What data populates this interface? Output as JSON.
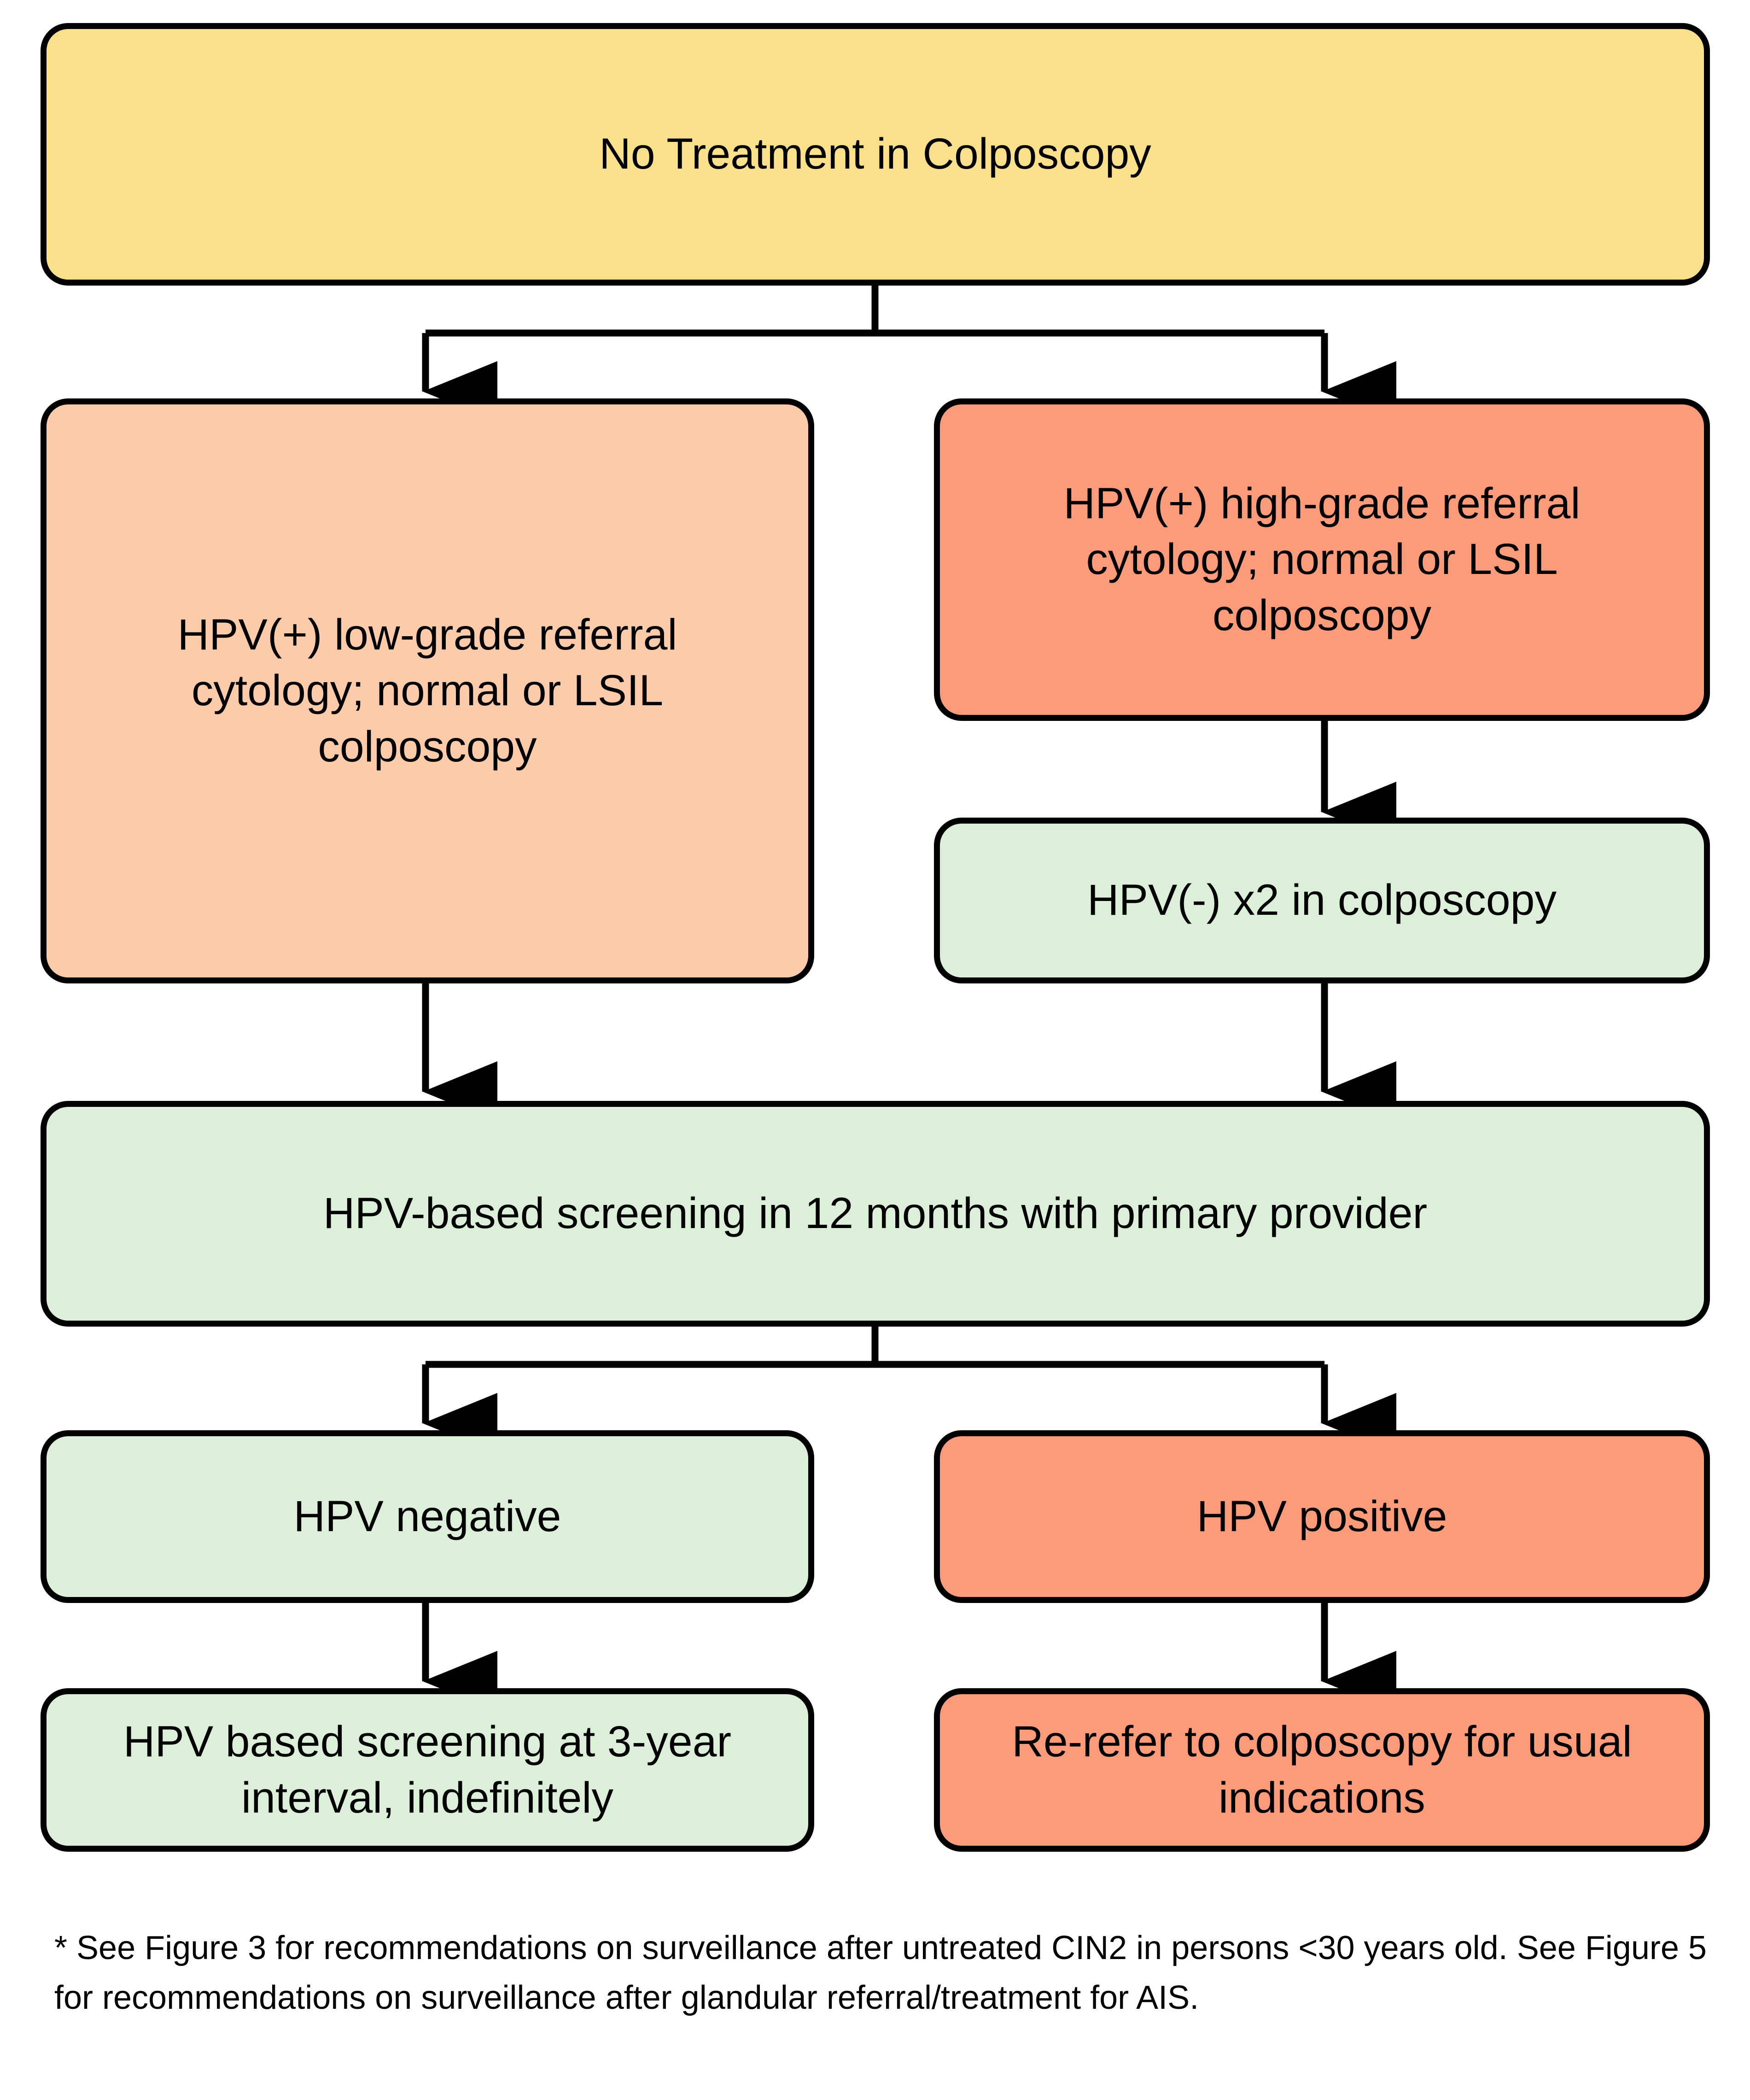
{
  "diagram": {
    "title": "No Treatment in Colposcopy",
    "colors": {
      "yellow": "#FBE08C",
      "peach": "#FBCBAA",
      "salmon": "#FB9B79",
      "green": "#DCEFD8",
      "outline": "#000000",
      "background": "#FFFFFF"
    },
    "nodes": [
      {
        "id": "no-treatment",
        "label": "No Treatment in Colposcopy",
        "fill": "yellow"
      },
      {
        "id": "low-grade-referral",
        "label": "HPV(+) low-grade referral\ncytology; normal or LSIL\ncolposcopy",
        "fill": "peach"
      },
      {
        "id": "high-grade-referral",
        "label": "HPV(+) high-grade referral\ncytology; normal or LSIL\ncolposcopy",
        "fill": "salmon"
      },
      {
        "id": "hpv-neg-x2",
        "label": "HPV(-) x2 in colposcopy",
        "fill": "green"
      },
      {
        "id": "screening-12-months",
        "label": "HPV-based screening in 12 months with primary provider",
        "fill": "green"
      },
      {
        "id": "hpv-negative",
        "label": "HPV negative",
        "fill": "green"
      },
      {
        "id": "hpv-positive",
        "label": "HPV positive",
        "fill": "salmon"
      },
      {
        "id": "screening-3-year",
        "label": "HPV based screening at 3-year\ninterval, indefinitely",
        "fill": "green"
      },
      {
        "id": "re-refer",
        "label": "Re-refer to colposcopy for usual\nindications",
        "fill": "salmon"
      }
    ],
    "footnote": "* See Figure 3 for recommendations on surveillance after untreated CIN2 in persons <30 years old. See Figure 5 for recommendations on surveillance after glandular referral/treatment for AIS."
  }
}
